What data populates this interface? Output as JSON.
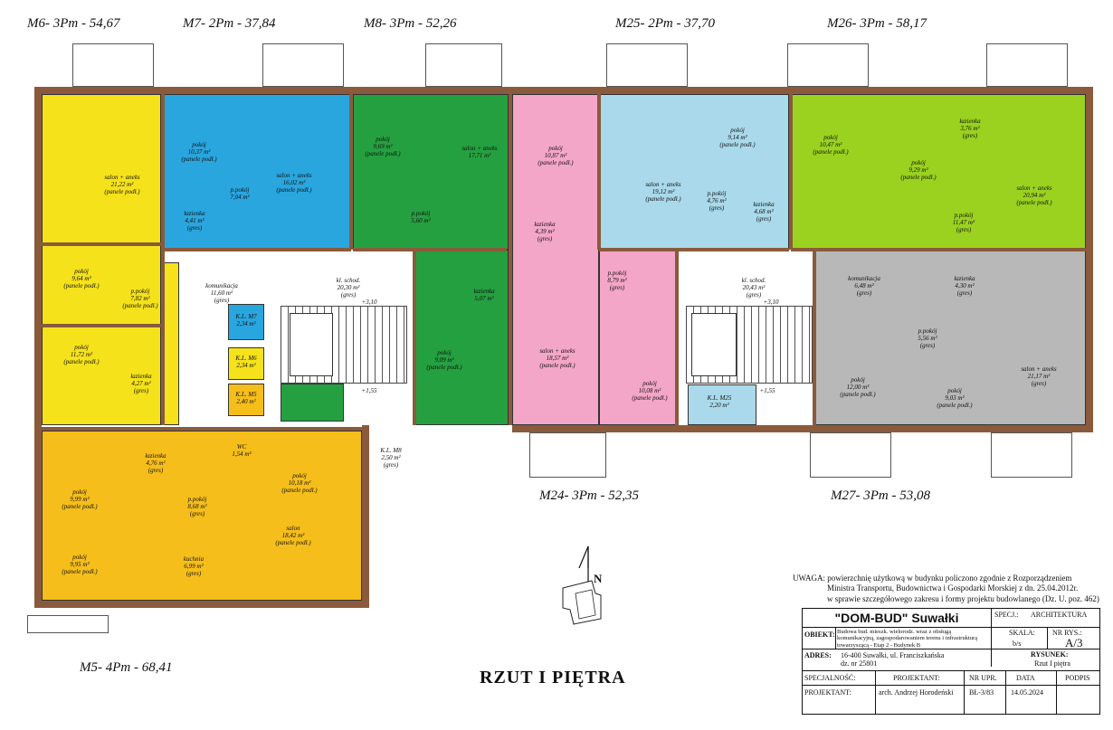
{
  "apartments_top": [
    {
      "label": "M6- 3Pm - 54,67"
    },
    {
      "label": "M7- 2Pm - 37,84"
    },
    {
      "label": "M8- 3Pm - 52,26"
    },
    {
      "label": "M25- 2Pm - 37,70"
    },
    {
      "label": "M26- 3Pm - 58,17"
    }
  ],
  "apartments_mid": [
    {
      "label": "M24- 3Pm - 52,35"
    },
    {
      "label": "M27- 3Pm - 53,08"
    }
  ],
  "apartment_bottom": {
    "label": "M5- 4Pm - 68,41"
  },
  "colors": {
    "yellow": "#f5e21b",
    "blue": "#2aa6df",
    "green": "#25a040",
    "pink": "#f4a6c8",
    "lightblue": "#a9d9ea",
    "lime": "#9ad21f",
    "gray": "#b8b8b8",
    "orange": "#f6be1a",
    "wall": "#8a5a3c"
  },
  "rooms": {
    "m6_salon": "salon + aneks\n21,22 m²\n(panele podł.)",
    "m6_pokoj1": "pokój\n9,64 m²\n(panele podł.)",
    "m6_pokoj2": "pokój\n11,72 m²\n(panele podł.)",
    "m6_pp": "p.pokój\n7,82 m²\n(panele podł.)",
    "m6_laz": "łazienka\n4,27 m²\n(gres)",
    "m7_pokoj": "pokój\n10,37 m²\n(panele podł.)",
    "m7_salon": "salon + aneks\n16,02 m²\n(panele podł.)",
    "m7_laz": "łazienka\n4,41 m²\n(gres)",
    "m7_pp": "p.pokój\n7,04 m²",
    "m8_pokoj": "pokój\n9,69 m²\n(panele podł.)",
    "m8_salon": "salon + aneks\n17,71 m²",
    "m8_pp": "p.pokój\n5,60 m²",
    "m8_laz": "łazienka\n5,07 m²",
    "m8_pokoj2": "pokój\n9,09 m²\n(panele podł.)",
    "m24_pokoj": "pokój\n10,87 m²\n(panele podł.)",
    "m24_laz": "łazienka\n4,39 m²\n(gres)",
    "m24_pp": "p.pokój\n8,79 m²\n(gres)",
    "m24_salon": "salon + aneks\n18,57 m²\n(panele podł.)",
    "m24_pokoj2": "pokój\n10,08 m²\n(panele podł.)",
    "m25_salon": "salon + aneks\n19,12 m²\n(panele podł.)",
    "m25_pp": "p.pokój\n4,76 m²\n(gres)",
    "m25_pokoj": "pokój\n9,14 m²\n(panele podł.)",
    "m25_laz": "łazienka\n4,68 m²\n(gres)",
    "m26_pokoj": "pokój\n10,47 m²\n(panele podł.)",
    "m26_pokoj2": "pokój\n9,29 m²\n(panele podł.)",
    "m26_salon": "salon + aneks\n20,94 m²\n(panele podł.)",
    "m26_pp": "p.pokój\n11,47 m²\n(gres)",
    "m26_laz": "łazienka\n3,76 m²\n(gres)",
    "m27_pokoj": "pokój\n12,00 m²\n(panele podł.)",
    "m27_pp": "p.pokój\n5,56 m²\n(gres)",
    "m27_pokoj2": "pokój\n9,03 m²\n(panele podł.)",
    "m27_salon": "salon + aneks\n21,17 m²\n(gres)",
    "m27_laz": "łazienka\n4,30 m²\n(gres)",
    "m5_pokoj1": "pokój\n9,99 m²\n(panele podł.)",
    "m5_laz": "łazienka\n4,76 m²\n(gres)",
    "m5_pp": "p.pokój\n8,68 m²\n(gres)",
    "m5_pokoj2": "pokój\n10,18 m²\n(panele podł.)",
    "m5_pokoj3": "pokój\n9,95 m²\n(panele podł.)",
    "m5_kuchnia": "kuchnia\n6,99 m²\n(gres)",
    "m5_salon": "salon\n18,42 m²\n(panele podł.)",
    "m5_wc": "WC\n1,54 m²",
    "kom1": "komunikacja\n11,60 m²\n(gres)",
    "klschod1": "kl. schod.\n20,30 m²\n(gres)",
    "kom2": "komunikacja\n6,48 m²\n(gres)",
    "klschod2": "kl. schod.\n20,43 m²\n(gres)",
    "kl_m7": "K.L. M7\n2,34 m²",
    "kl_m6": "K.L. M6\n2,34 m²",
    "kl_m5": "K.L. M5\n2,40 m²",
    "kl_m8": "K.L. M8\n2,50 m²\n(gres)",
    "kl_m25": "K.L. M25\n2,20 m²"
  },
  "levels": {
    "a": "+3,10",
    "b": "+1,55",
    "c": "+3,10",
    "d": "+1,55"
  },
  "north": "N",
  "note": {
    "uwaga": "UWAGA: powierzchnię użytkową w budynku policzono zgodnie z Rozporządzeniem",
    "line2": "Ministra Transportu, Budownictwa i Gospodarki Morskiej z dn. 25.04.2012r.",
    "line3": "w sprawie szczegółowego zakresu i formy projektu budowlanego (Dz. U. poz. 462)"
  },
  "title_block": {
    "company": "\"DOM-BUD\" Suwałki",
    "spec_label": "SPECJ.:",
    "spec_value": "ARCHITEKTURA",
    "obiekt_label": "OBIEKT:",
    "obiekt_value": "Budowa bud. mieszk. wielorodz. wraz z obsługą komunikacyjną, zagospodarowaniem terenu i infrastrukturą towarzyszącą - Etap 2 - Budynek B",
    "skala_label": "SKALA:",
    "skala_value": "b/s",
    "nr_rys_label": "NR RYS.:",
    "nr_rys_value": "A/3",
    "adres_label": "ADRES:",
    "adres_value": "16-400 Suwałki, ul. Franciszkańska",
    "dz": "dz. nr 25801",
    "rysunek_label": "RYSUNEK:",
    "rysunek_value": "Rzut I piętra",
    "specjalnosc_label": "SPECJALNOŚĆ:",
    "projektant_h": "PROJEKTANT:",
    "nr_upr_h": "NR UPR.",
    "data_h": "DATA",
    "podpis_h": "PODPIS",
    "projektant_label": "PROJEKTANT:",
    "projektant_value": "arch. Andrzej Horodeński",
    "nr_upr_value": "BŁ-3/83",
    "data_value": "14.05.2024"
  },
  "drawing_title": "RZUT I PIĘTRA"
}
